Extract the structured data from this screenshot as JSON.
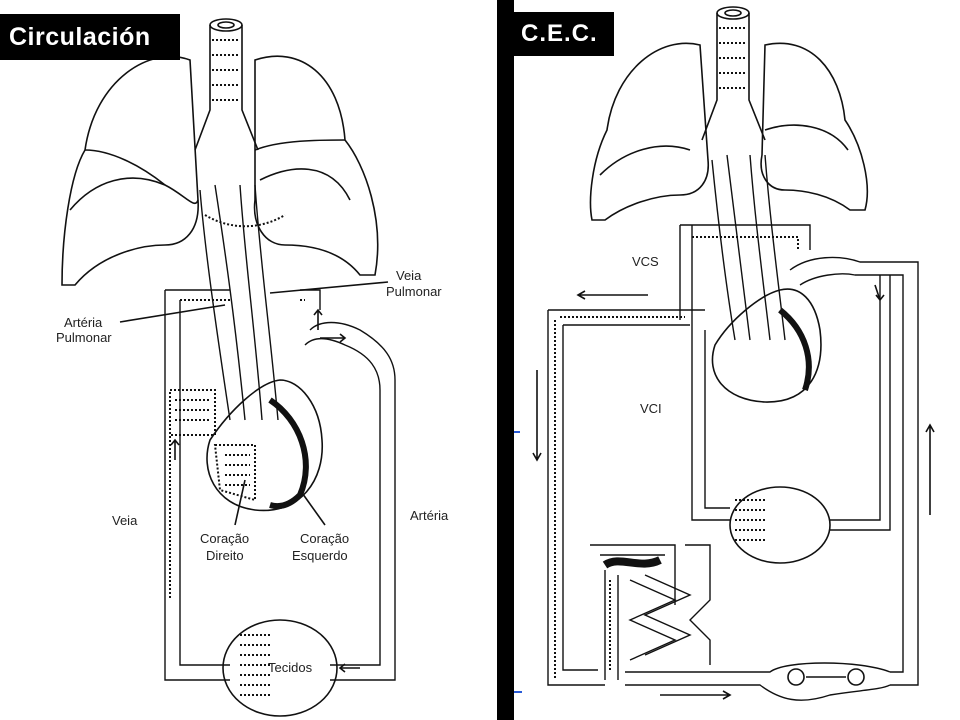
{
  "left_panel": {
    "title": "Circulación",
    "labels": {
      "arteria_pulmonar": [
        "Artéria",
        "Pulmonar"
      ],
      "veia_pulmonar": [
        "Veia",
        "Pulmonar"
      ],
      "veia": "Veia",
      "arteria": "Artéria",
      "coracao_direito": [
        "Coração",
        "Direito"
      ],
      "coracao_esquerdo": [
        "Coração",
        "Esquerdo"
      ],
      "tecidos": "Tecidos"
    }
  },
  "right_panel": {
    "title": "C.E.C.",
    "labels": {
      "vcs": "VCS",
      "vci": "VCI"
    }
  },
  "colors": {
    "ink": "#111111",
    "title_bg": "#000000",
    "title_fg": "#ffffff"
  }
}
